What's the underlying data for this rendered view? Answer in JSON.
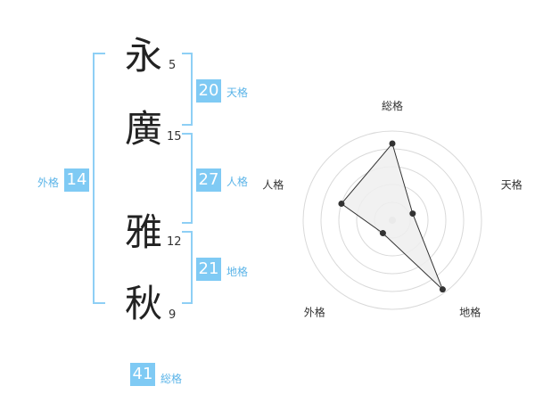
{
  "name_chars": [
    {
      "char": "永",
      "strokes": "5"
    },
    {
      "char": "廣",
      "strokes": "15"
    },
    {
      "char": "雅",
      "strokes": "12"
    },
    {
      "char": "秋",
      "strokes": "9"
    }
  ],
  "scores": {
    "tenkaku": {
      "value": "20",
      "label": "天格"
    },
    "jinkaku": {
      "value": "27",
      "label": "人格"
    },
    "chikaku": {
      "value": "21",
      "label": "地格"
    },
    "gaikaku": {
      "value": "14",
      "label": "外格"
    },
    "soukaku": {
      "value": "41",
      "label": "総格"
    }
  },
  "colors": {
    "accent": "#7fcaf4",
    "bracket": "#8ecff5",
    "label": "#5bb4e8",
    "radar_fill": "#eeeeee",
    "grid": "#d9d9d9"
  },
  "chart_data": {
    "type": "radar",
    "axes": [
      "総格",
      "天格",
      "地格",
      "外格",
      "人格"
    ],
    "values": [
      4.3,
      1.2,
      4.8,
      0.9,
      3.0
    ],
    "max": 5,
    "rings": 5
  }
}
